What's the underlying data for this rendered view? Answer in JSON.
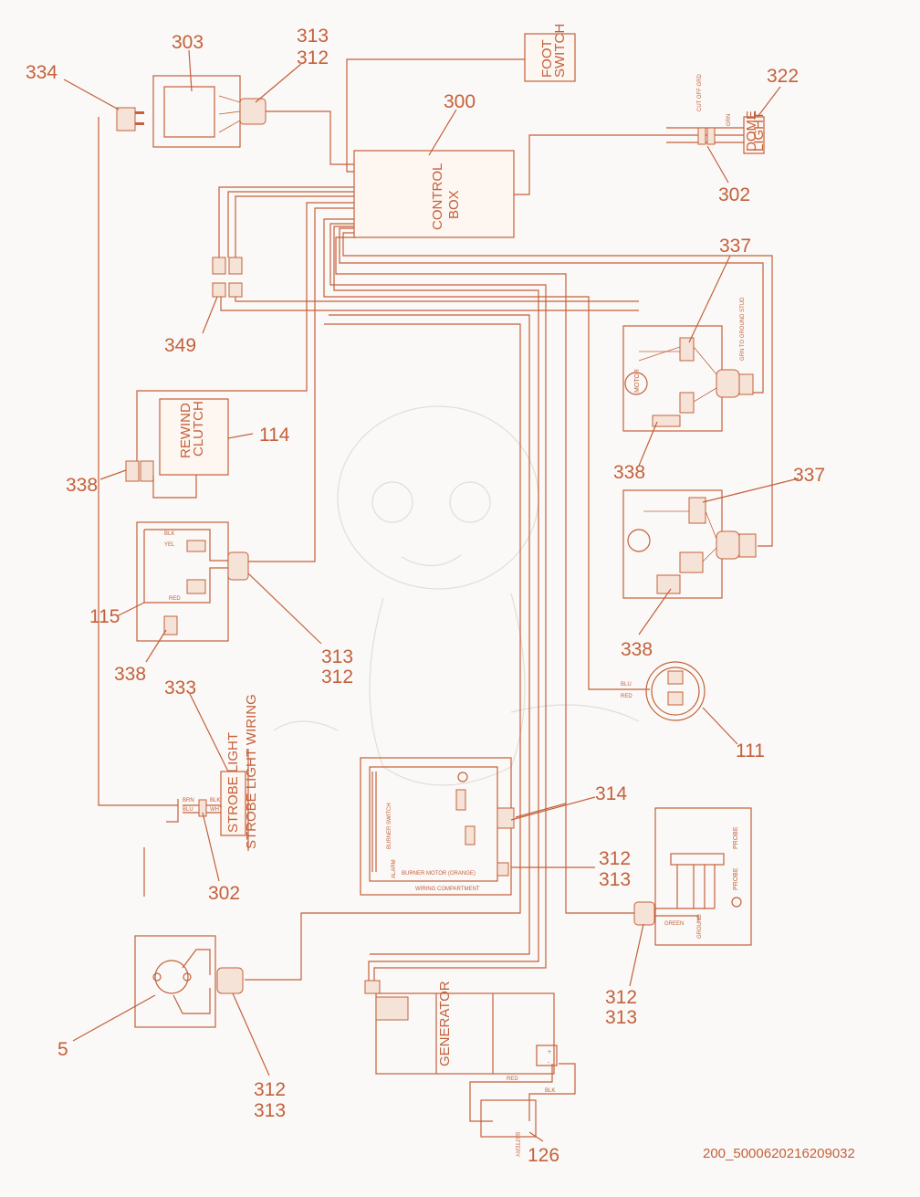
{
  "colors": {
    "ink": "#c4603a",
    "background": "#faf9f7",
    "watermark": "#e6dcd6"
  },
  "boxes": {
    "control_box": [
      "CONTROL",
      "BOX"
    ],
    "foot_switch": [
      "FOOT",
      "SWITCH"
    ],
    "dome_light": [
      "DOME",
      "LIGHT"
    ],
    "rewind_clutch": [
      "REWIND",
      "CLUTCH"
    ],
    "strobe_light": "STROBE LIGHT",
    "strobe_wiring_title": "STROBE LIGHT WIRING",
    "generator": "GENERATOR",
    "battery": "BATTERY",
    "probe": "PROBE",
    "probe_box_label": "PROBE",
    "burner_motor": "BURNER MOTOR (ORANGE)",
    "wiring_compartment": "WIRING COMPARTMENT",
    "burner_switch": "BURNER SWITCH",
    "alarm": "ALARM"
  },
  "wire_labels": {
    "blk": "BLK",
    "wht": "WHT",
    "red": "RED",
    "blu": "BLU",
    "brn": "BRN",
    "grn": "GRN",
    "yel": "YEL",
    "green": "GREEN",
    "ground": "GROUND",
    "motor": "MOTOR",
    "cut_off_grd": "CUT OFF GRD",
    "grn_to_ground_stud": "GRN TO GROUND STUD",
    "plus": "+",
    "minus": "-"
  },
  "callouts": {
    "c334": "334",
    "c303": "303",
    "c313_top": "313",
    "c312_top": "312",
    "c300": "300",
    "c322": "322",
    "c302_top": "302",
    "c349": "349",
    "c337_a": "337",
    "c338_a": "338",
    "c337_b": "337",
    "c338_b": "338",
    "c114": "114",
    "c338_left": "338",
    "c115": "115",
    "c338_c": "338",
    "c313_mid": "313",
    "c312_mid": "312",
    "c333": "333",
    "c111": "111",
    "c314": "314",
    "c312_r": "312",
    "c313_r": "313",
    "c302_bot": "302",
    "c312_probe": "312",
    "c313_probe": "313",
    "c5": "5",
    "c312_bot": "312",
    "c313_bot": "313",
    "c126": "126"
  },
  "footer": {
    "document_id": "200_5000620216209032"
  }
}
